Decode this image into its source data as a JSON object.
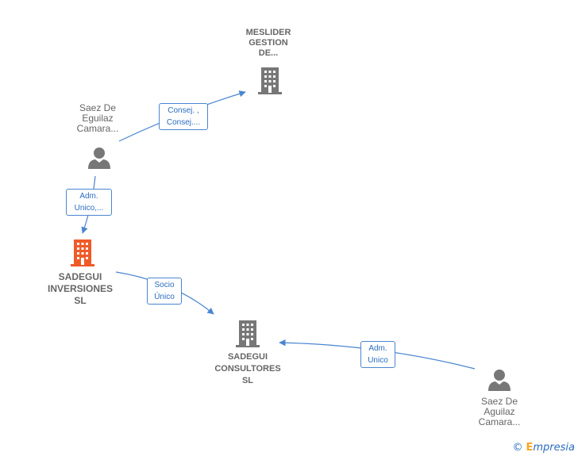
{
  "nodes": {
    "meslider": {
      "label": "MESLIDER\nGESTION\nDE...",
      "type": "company"
    },
    "saez_eguilaz": {
      "label": "Saez De\nEguilaz\nCamara...",
      "type": "person"
    },
    "sadegui_inversiones": {
      "label": "SADEGUI\nINVERSIONES\nSL",
      "type": "company-focus"
    },
    "sadegui_consultores": {
      "label": "SADEGUI\nCONSULTORES\nSL",
      "type": "company"
    },
    "saez_aguilaz": {
      "label": "Saez De\nAguilaz\nCamara...",
      "type": "person"
    }
  },
  "edges": {
    "consej": {
      "label": "Consej. ,\nConsej...."
    },
    "adm_unico_1": {
      "label": "Adm.\nUnico,..."
    },
    "socio_unico": {
      "label": "Socio\nÚnico"
    },
    "adm_unico_2": {
      "label": "Adm.\nUnico"
    }
  },
  "colors": {
    "edge": "#4a86d0",
    "company_icon": "#777777",
    "focus_icon": "#f05a28",
    "person_icon": "#777777"
  },
  "footer": {
    "copyright": "©",
    "brand_initial": "E",
    "brand_rest": "mpresia"
  }
}
